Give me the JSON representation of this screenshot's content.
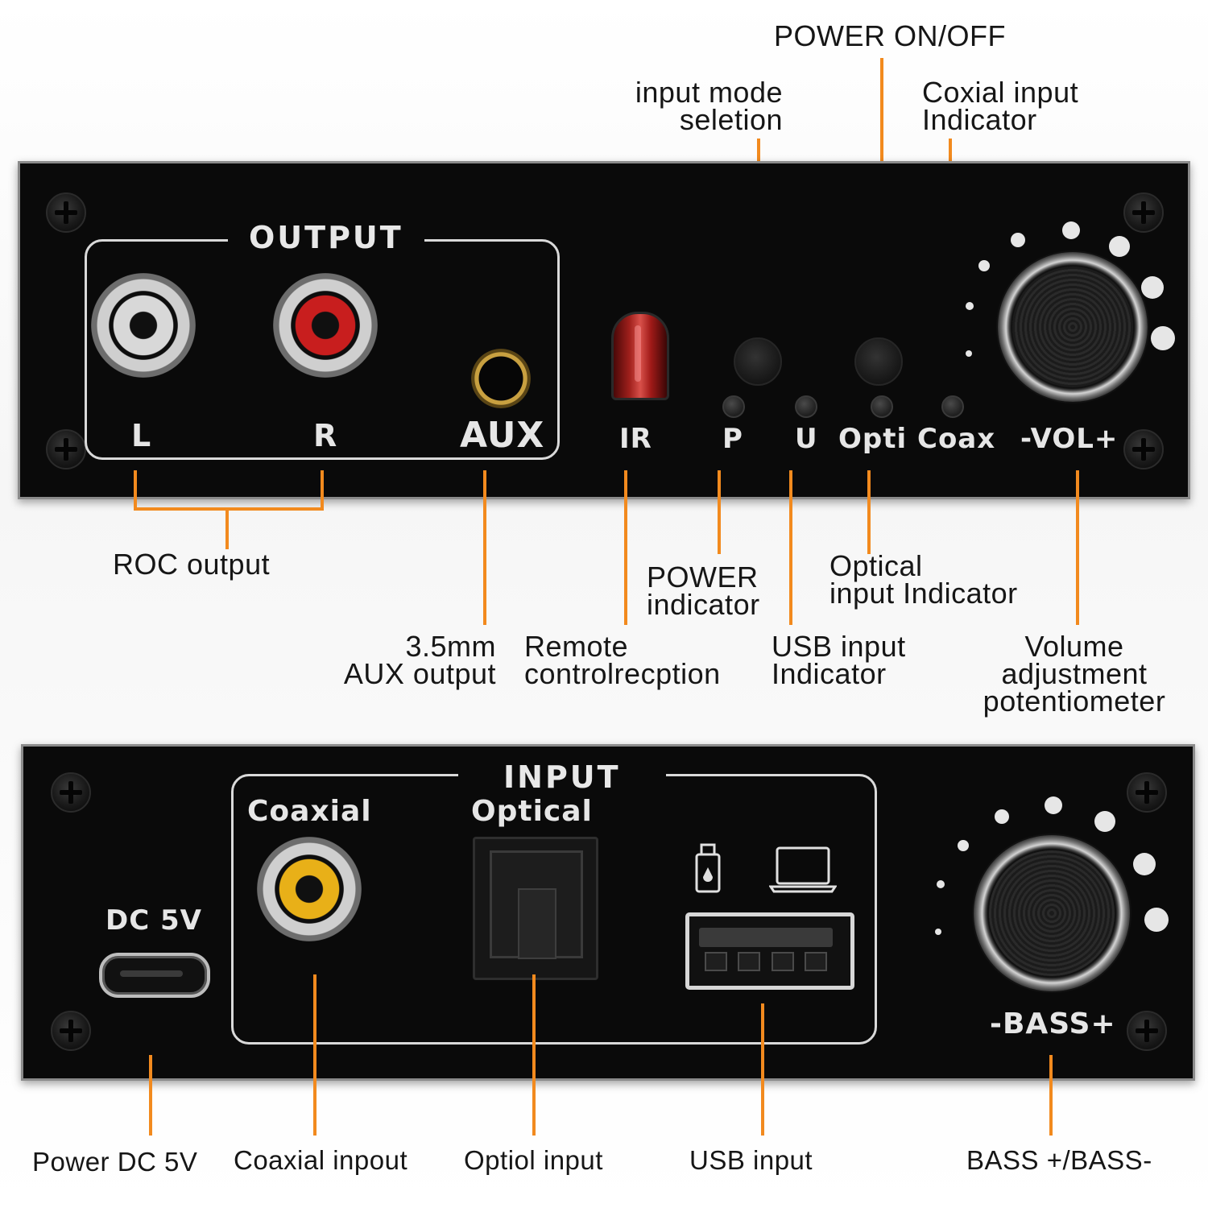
{
  "colors": {
    "callout_line": "#f28a1e",
    "panel": "#0a0a0a",
    "panel_text": "#e6e6e6",
    "rca_left_ring": "#d8d8d8",
    "rca_right_ring": "#c81e1e",
    "coaxial_ring": "#e8b018",
    "ir_window": "#a01a18"
  },
  "top_panel": {
    "frame_title": "OUTPUT",
    "labels": {
      "l": "L",
      "r": "R",
      "aux": "AUX",
      "ir": "IR",
      "p": "P",
      "u": "U",
      "opti": "Opti",
      "coax": "Coax",
      "vol": "-VOL+"
    }
  },
  "bottom_panel": {
    "frame_title": "INPUT",
    "labels": {
      "dc": "DC 5V",
      "coaxial": "Coaxial",
      "optical": "Optical",
      "bass": "-BASS+"
    },
    "icons": [
      "usb-flash-drive-icon",
      "laptop-icon"
    ]
  },
  "callouts": {
    "power_onoff": "POWER ON/OFF",
    "input_mode": [
      "input mode",
      "seletion"
    ],
    "coaxial_indicator": [
      "Coxial input",
      "Indicator"
    ],
    "roc_output": "ROC output",
    "power_indicator": [
      "POWER",
      "indicator"
    ],
    "optical_indicator": [
      "Optical",
      "input Indicator"
    ],
    "aux_output": [
      "3.5mm",
      "AUX output"
    ],
    "remote": [
      "Remote",
      "controlrecption"
    ],
    "usb_indicator": [
      "USB input",
      "Indicator"
    ],
    "volume": [
      "Volume",
      "adjustment",
      "potentiometer"
    ],
    "power_dc": "Power DC 5V",
    "coaxial_input": "Coaxial inpout",
    "optical_input": "Optiol input",
    "usb_input": "USB input",
    "bass": "BASS +/BASS-"
  }
}
